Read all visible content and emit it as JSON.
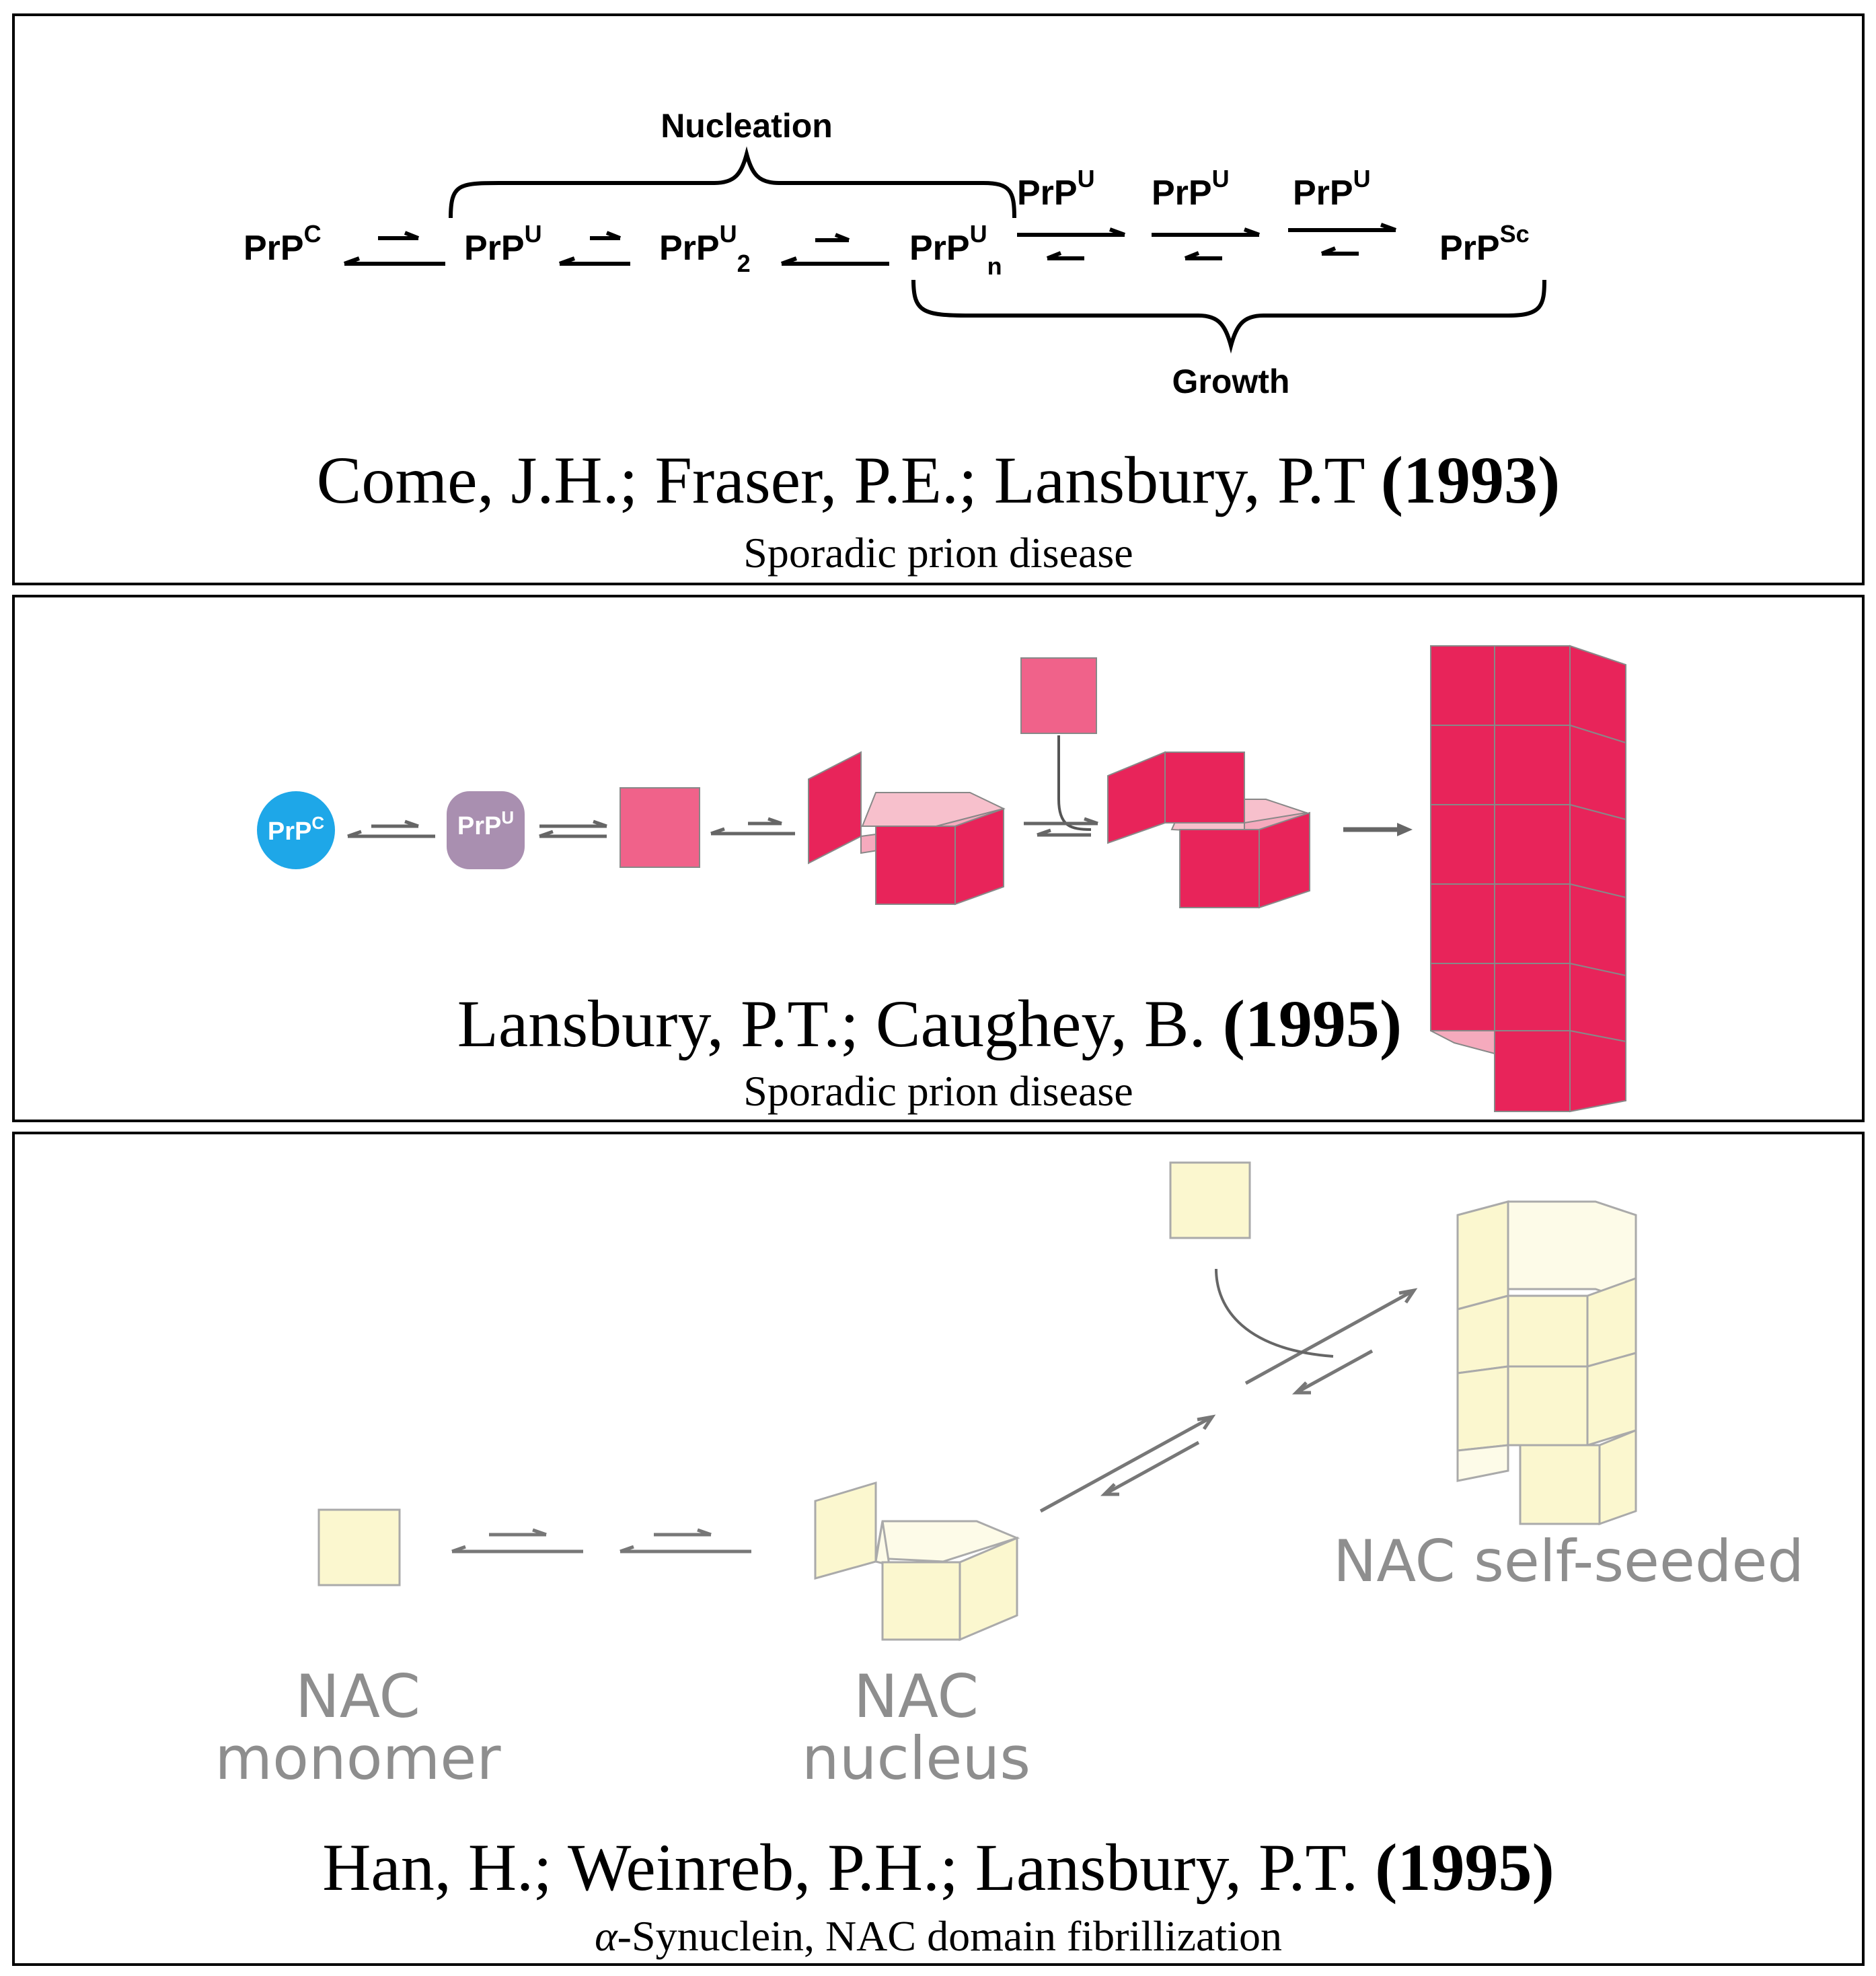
{
  "panels": [
    {
      "citation_authors": "Come, J.H.; Fraser, P.E.; Lansbury, P.T",
      "citation_year": "(1993)",
      "subtitle": "Sporadic prion disease",
      "scheme": {
        "species": [
          "PrP",
          "PrP",
          "PrP",
          "PrP",
          "PrP"
        ],
        "superscripts": [
          "C",
          "U",
          "U",
          "U",
          "Sc"
        ],
        "subscripts": [
          "",
          "",
          "2",
          "n",
          ""
        ],
        "added_species": [
          "PrP",
          "PrP",
          "PrP"
        ],
        "added_superscript": "U",
        "nucleation_label": "Nucleation",
        "growth_label": "Growth"
      }
    },
    {
      "citation_authors": "Lansbury, P.T.; Caughey, B.",
      "citation_year": "(1995)",
      "subtitle": "Sporadic prion disease",
      "badges": [
        {
          "base": "PrP",
          "sup": "C",
          "color": "#1ea7e8"
        },
        {
          "base": "PrP",
          "sup": "U",
          "color": "#a98fb0"
        }
      ],
      "monomer_color": "#f0628a",
      "fibril_color": "#e8245a"
    },
    {
      "citation_authors": "Han, H.; Weinreb, P.H.; Lansbury, P.T.",
      "citation_year": "(1995)",
      "subtitle_symbol": "α",
      "subtitle": "-Synuclein, NAC domain fibrillization",
      "labels": {
        "monomer_line1": "NAC",
        "monomer_line2": "monomer",
        "nucleus_line1": "NAC",
        "nucleus_line2": "nucleus",
        "self_seeded": "NAC self-seeded"
      },
      "block_color": "#fbf7cf"
    }
  ]
}
